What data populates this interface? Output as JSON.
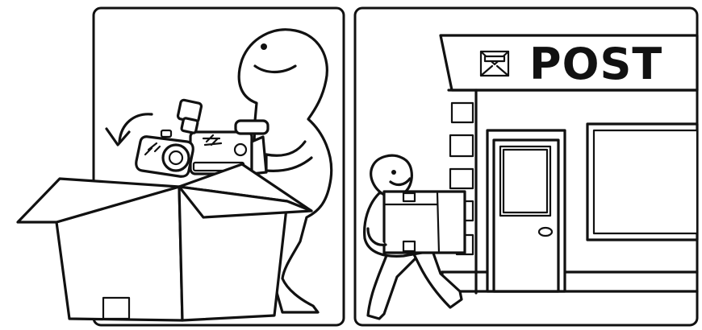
{
  "panels": [
    {
      "id": "pack-camera"
    },
    {
      "id": "post-office",
      "sign_text": "POST"
    }
  ]
}
